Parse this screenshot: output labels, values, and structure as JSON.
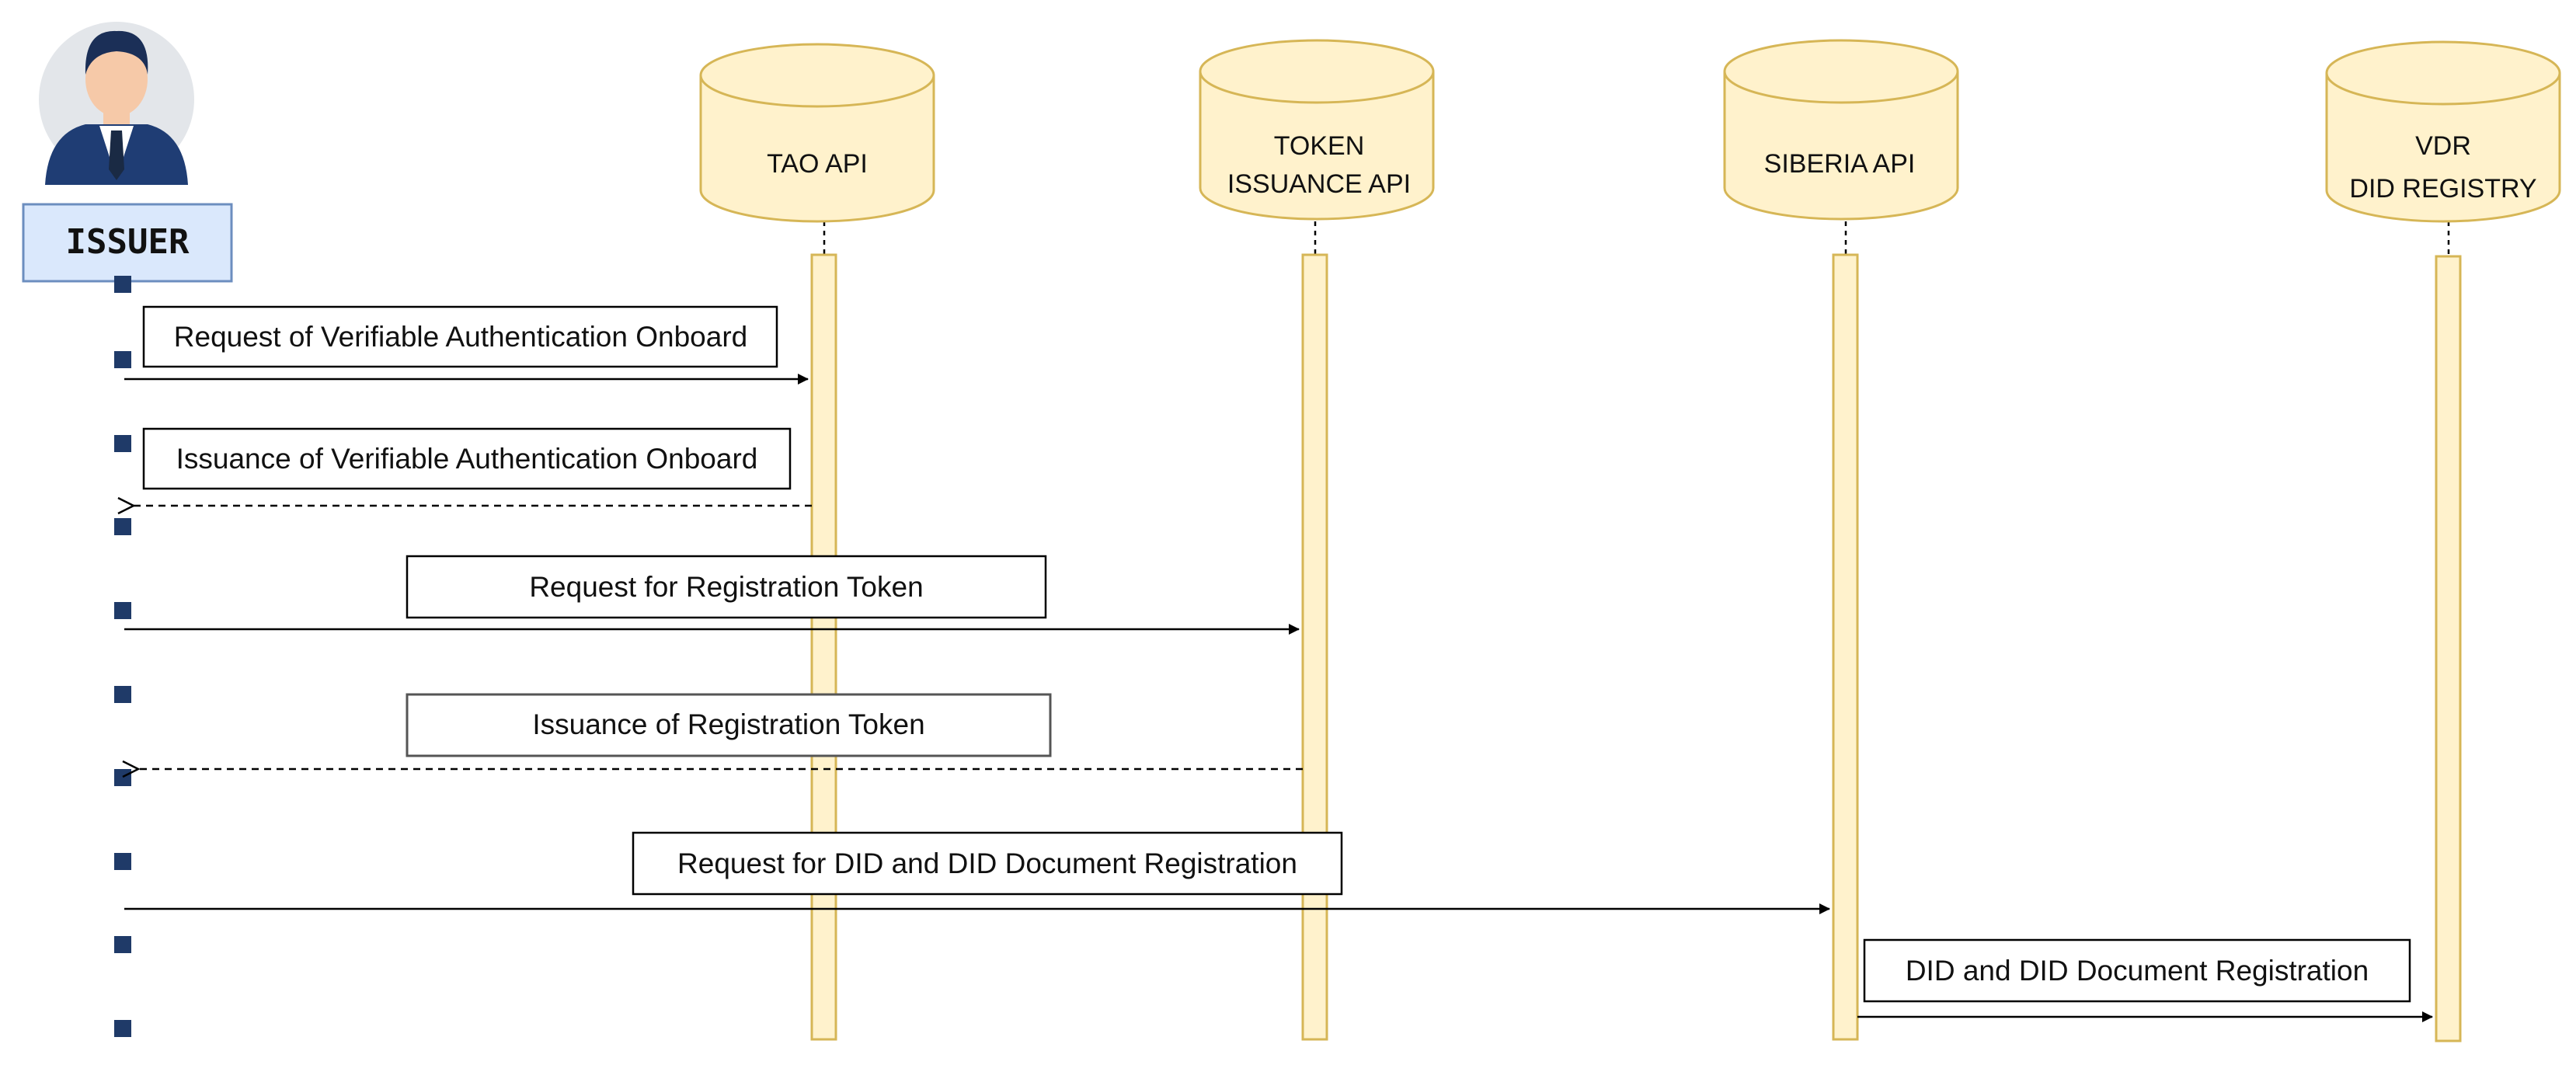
{
  "actor": {
    "label": "ISSUER",
    "icon": "businessman-icon"
  },
  "participants": [
    {
      "id": "tao",
      "lines": [
        "TAO API"
      ]
    },
    {
      "id": "token",
      "lines": [
        "TOKEN",
        "ISSUANCE API"
      ]
    },
    {
      "id": "siberia",
      "lines": [
        "SIBERIA API"
      ]
    },
    {
      "id": "vdr",
      "lines": [
        "VDR",
        "DID REGISTRY"
      ]
    }
  ],
  "messages": [
    {
      "label": "Request of Verifiable Authentication Onboard",
      "from": "issuer",
      "to": "tao",
      "style": "solid"
    },
    {
      "label": "Issuance of Verifiable Authentication Onboard",
      "from": "tao",
      "to": "issuer",
      "style": "dashed"
    },
    {
      "label": "Request for Registration Token",
      "from": "issuer",
      "to": "token",
      "style": "solid"
    },
    {
      "label": "Issuance of Registration Token",
      "from": "token",
      "to": "issuer",
      "style": "dashed"
    },
    {
      "label": "Request for DID and DID Document Registration",
      "from": "issuer",
      "to": "siberia",
      "style": "solid"
    },
    {
      "label": "DID and DID Document Registration",
      "from": "siberia",
      "to": "vdr",
      "style": "solid"
    }
  ],
  "colors": {
    "cylinder_fill": "#fff2cc",
    "cylinder_stroke": "#d6b656",
    "actor_box_fill": "#dae8fc",
    "actor_box_stroke": "#6c8ebf",
    "marker": "#1f3a68",
    "line": "#000000"
  }
}
